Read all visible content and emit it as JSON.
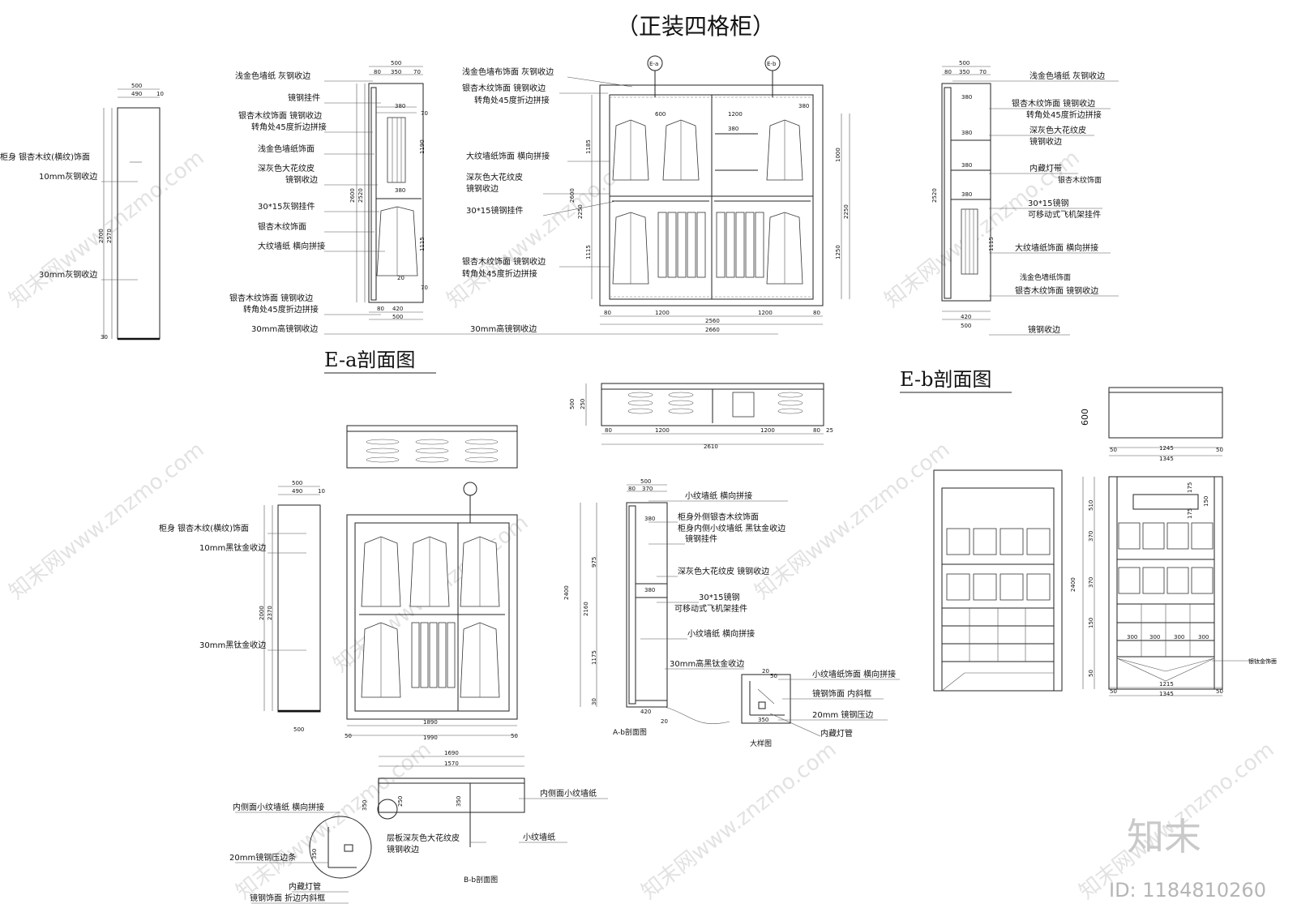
{
  "title": "（正装四格柜）",
  "section_labels": {
    "ea": "E-a剖面图",
    "eb": "E-b剖面图",
    "ab": "A-b剖面图",
    "bb": "B-b剖面图",
    "detail": "大样图"
  },
  "markers": {
    "ea": "E-a",
    "eb": "E-b"
  },
  "logo": "知末",
  "id_text": "ID: 1184810260",
  "watermark": "知末网www.znzmo.com",
  "notes_top_left": [
    "柜身 银杏木纹(横纹)饰面",
    "10mm灰钢收边",
    "30mm灰钢收边"
  ],
  "notes_ea_left": [
    "浅金色墙纸 灰钢收边",
    "镜钢挂件",
    "银杏木纹饰面 镜钢收边",
    "转角处45度折边拼接",
    "浅金色墙纸饰面",
    "深灰色大花纹皮",
    "镜钢收边",
    "30*15灰钢挂件",
    "银杏木纹饰面",
    "大纹墙纸 横向拼接",
    "银杏木纹饰面 镜钢收边",
    "转角处45度折边拼接",
    "30mm高镜钢收边"
  ],
  "notes_elev_left": [
    "浅金色墙布饰面 灰钢收边",
    "银杏木纹饰面 镜钢收边",
    "转角处45度折边拼接",
    "大纹墙纸饰面 横向拼接",
    "深灰色大花纹皮",
    "镜钢收边",
    "30*15镜钢挂件",
    "银杏木纹饰面 镜钢收边",
    "转角处45度折边拼接",
    "30mm高镜钢收边"
  ],
  "notes_eb_right": [
    "浅金色墙纸 灰钢收边",
    "银杏木纹饰面 镜钢收边",
    "转角处45度折边拼接",
    "深灰色大花纹皮",
    "镜钢收边",
    "内藏灯带",
    "银杏木纹饰面",
    "30*15镜钢",
    "可移动式飞机架挂件",
    "大纹墙纸饰面 横向拼接",
    "浅金色墙纸饰面",
    "银杏木纹饰面 镜钢收边",
    "镜钢收边"
  ],
  "notes_mid_left": [
    "柜身 银杏木纹(横纹)饰面",
    "10mm黑钛金收边",
    "30mm黑钛金收边"
  ],
  "notes_ab": [
    "小纹墙纸 横向拼接",
    "柜身外侧银杏木纹饰面",
    "柜身内侧小纹墙纸 黑钛金收边",
    "镜钢挂件",
    "深灰色大花纹皮 镜钢收边",
    "30*15镜钢",
    "可移动式飞机架挂件",
    "小纹墙纸 横向拼接",
    "30mm高黑钛金收边"
  ],
  "notes_detail": [
    "小纹墙纸饰面 横向拼接",
    "镜钢饰面 内斜框",
    "20mm 镜钢压边",
    "内藏灯管"
  ],
  "notes_bb": [
    "内侧面小纹墙纸 横向拼接",
    "内侧面小纹墙纸",
    "20mm镜钢压边条",
    "层板深灰色大花纹皮",
    "镜钢收边",
    "小纹墙纸",
    "内藏灯管",
    "镜钢饰面 折边内斜框"
  ],
  "note_right_small": "银钛金饰面",
  "dims": {
    "d500": "500",
    "d490": "490",
    "d10": "10",
    "d2700": "2700",
    "d2570": "2570",
    "d30": "30",
    "d80": "80",
    "d350": "350",
    "d70": "70",
    "d380": "380",
    "d1190": "1190",
    "d2600": "2600",
    "d2520": "2520",
    "d1115": "1115",
    "d20": "20",
    "d420": "420",
    "d600": "600",
    "d1200": "1200",
    "d2560": "2560",
    "d2660": "2660",
    "d1185": "1185",
    "d1000": "1000",
    "d2250": "2250",
    "d1250": "1250",
    "d2610": "2610",
    "d25": "25",
    "d250": "250",
    "d2400": "2400",
    "d2160": "2160",
    "d975": "975",
    "d1175": "1175",
    "d370": "370",
    "d1890": "1890",
    "d1990": "1990",
    "d50": "50",
    "d2000": "2000",
    "d2370": "2370",
    "d1690": "1690",
    "d1570": "1570",
    "d1245": "1245",
    "d1345": "1345",
    "d1215": "1215",
    "d300": "300",
    "d175": "175",
    "d150": "150",
    "d510": "510"
  }
}
